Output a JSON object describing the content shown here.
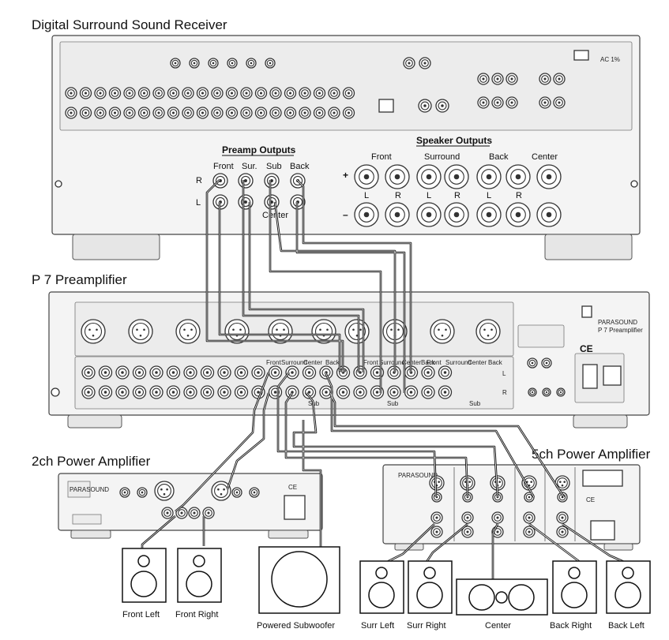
{
  "receiver": {
    "title": "Digital Surround Sound Receiver",
    "preamp_outputs_title": "Preamp Outputs",
    "preamp_labels": [
      "Front",
      "Sur.",
      "Sub",
      "Back"
    ],
    "row_r": "R",
    "row_l": "L",
    "center_label": "Center",
    "speaker_outputs_title": "Speaker Outputs",
    "speaker_groups": [
      "Front",
      "Surround",
      "Back",
      "Center"
    ],
    "plus": "+",
    "minus": "–",
    "lr_labels": [
      "L",
      "R",
      "L",
      "R",
      "L",
      "R"
    ]
  },
  "preamp": {
    "title": "P 7 Preamplifier",
    "brand": "PARASOUND",
    "model": "P 7 Preamplifier",
    "multi1_labels": [
      "Front",
      "Surround",
      "Center",
      "Back"
    ],
    "multi2_labels": [
      "Front",
      "Surround",
      "Center",
      "Back"
    ],
    "main_out_labels": [
      "Front",
      "Surround",
      "Center",
      "Back"
    ],
    "sub_label": "Sub",
    "row_l": "L",
    "row_r": "R",
    "ce": "CE"
  },
  "amp2": {
    "title": "2ch Power Amplifier",
    "brand": "PARASOUND",
    "ce": "CE"
  },
  "amp5": {
    "title": "5ch Power Amplifier",
    "brand": "PARASOUND",
    "ce": "CE"
  },
  "speakers": {
    "front_left": "Front Left",
    "front_right": "Front Right",
    "subwoofer": "Powered Subwoofer",
    "surr_left": "Surr Left",
    "surr_right": "Surr Right",
    "center": "Center",
    "back_right": "Back Right",
    "back_left": "Back Left"
  }
}
